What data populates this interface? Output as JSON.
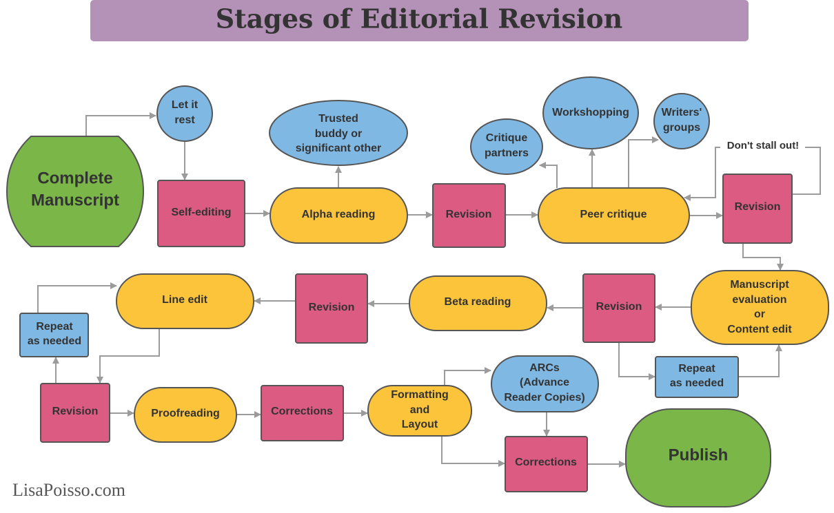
{
  "title": "Stages of Editorial Revision",
  "watermark": "LisaPoisso.com",
  "colors": {
    "title_bg": "#b491b6",
    "green": "#7ab648",
    "blue": "#7fb8e3",
    "pink": "#dc5b83",
    "yellow": "#fcc43a",
    "arrow": "#9b9b9b"
  },
  "nodes": {
    "complete": [
      "Complete",
      "Manuscript"
    ],
    "let_rest": [
      "Let it",
      "rest"
    ],
    "self_editing": "Self-editing",
    "alpha": "Alpha reading",
    "trusted": [
      "Trusted",
      "buddy or",
      "significant other"
    ],
    "revision1": "Revision",
    "critique_partners": [
      "Critique",
      "partners"
    ],
    "workshopping": "Workshopping",
    "writers_groups": [
      "Writers'",
      "groups"
    ],
    "peer": "Peer critique",
    "revision2": "Revision",
    "stall_note": "Don't stall out!",
    "manuscript_eval": [
      "Manuscript",
      "evaluation",
      "or",
      "Content edit"
    ],
    "revision3": "Revision",
    "repeat_right": [
      "Repeat",
      "as needed"
    ],
    "beta": "Beta reading",
    "revision4": "Revision",
    "line_edit": "Line edit",
    "repeat_left": [
      "Repeat",
      "as needed"
    ],
    "revision5": "Revision",
    "proofreading": "Proofreading",
    "corrections1": "Corrections",
    "formatting": [
      "Formatting",
      "and",
      "Layout"
    ],
    "arcs": [
      "ARCs",
      "(Advance",
      "Reader Copies)"
    ],
    "corrections2": "Corrections",
    "publish": "Publish"
  }
}
